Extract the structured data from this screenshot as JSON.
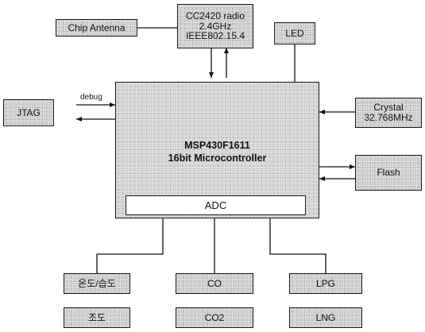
{
  "chip_antenna": "Chip Antenna",
  "radio": [
    "CC2420 radio",
    "2.4GHz",
    "IEEE802.15.4"
  ],
  "led": "LED",
  "jtag": "JTAG",
  "debug": "debug",
  "crystal": [
    "Crystal",
    "32.768MHz"
  ],
  "flash": "Flash",
  "mcu": [
    "MSP430F1611",
    "16bit Microcontroller"
  ],
  "adc": "ADC",
  "sensors": {
    "temp_humidity": "온도/습도",
    "illuminance": "조도",
    "co": "CO",
    "co2": "CO2",
    "lpg": "LPG",
    "lng": "LNG"
  }
}
